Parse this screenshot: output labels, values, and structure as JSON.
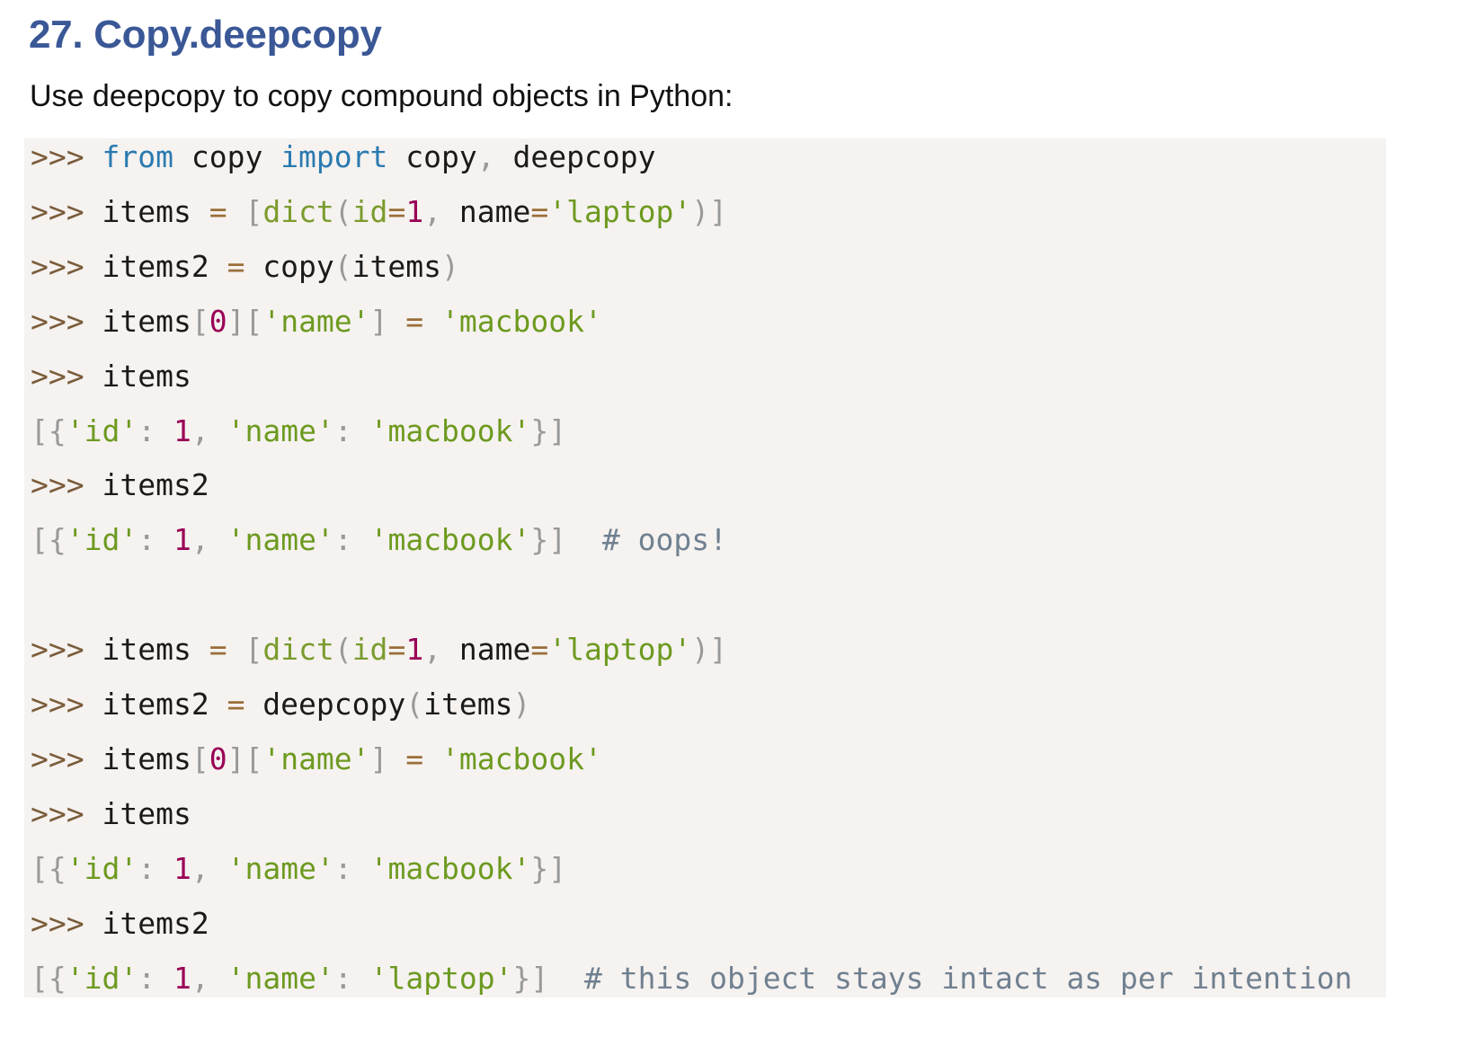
{
  "heading": "27. Copy.deepcopy",
  "intro": "Use deepcopy to copy compound objects in Python:",
  "code_lines": [
    [
      [
        ">>> ",
        "p"
      ],
      [
        "from",
        "k"
      ],
      [
        " copy ",
        "t"
      ],
      [
        "import",
        "k"
      ],
      [
        " copy",
        "t"
      ],
      [
        ",",
        "pn"
      ],
      [
        " deepcopy",
        "t"
      ]
    ],
    [
      [
        ">>> ",
        "p"
      ],
      [
        "items ",
        "t"
      ],
      [
        "=",
        "o"
      ],
      [
        " ",
        "t"
      ],
      [
        "[",
        "pn"
      ],
      [
        "dict",
        "f"
      ],
      [
        "(",
        "pn"
      ],
      [
        "id",
        "f"
      ],
      [
        "=",
        "o"
      ],
      [
        "1",
        "n"
      ],
      [
        ",",
        "pn"
      ],
      [
        " name",
        "t"
      ],
      [
        "=",
        "o"
      ],
      [
        "'laptop'",
        "s"
      ],
      [
        ")",
        "pn"
      ],
      [
        "]",
        "pn"
      ]
    ],
    [
      [
        ">>> ",
        "p"
      ],
      [
        "items2 ",
        "t"
      ],
      [
        "=",
        "o"
      ],
      [
        " copy",
        "t"
      ],
      [
        "(",
        "pn"
      ],
      [
        "items",
        "t"
      ],
      [
        ")",
        "pn"
      ]
    ],
    [
      [
        ">>> ",
        "p"
      ],
      [
        "items",
        "t"
      ],
      [
        "[",
        "pn"
      ],
      [
        "0",
        "n"
      ],
      [
        "]",
        "pn"
      ],
      [
        "[",
        "pn"
      ],
      [
        "'name'",
        "s"
      ],
      [
        "]",
        "pn"
      ],
      [
        " ",
        "t"
      ],
      [
        "=",
        "o"
      ],
      [
        " ",
        "t"
      ],
      [
        "'macbook'",
        "s"
      ]
    ],
    [
      [
        ">>> ",
        "p"
      ],
      [
        "items",
        "t"
      ]
    ],
    [
      [
        "[{",
        "pn"
      ],
      [
        "'id'",
        "s"
      ],
      [
        ": ",
        "pn"
      ],
      [
        "1",
        "n"
      ],
      [
        ", ",
        "pn"
      ],
      [
        "'name'",
        "s"
      ],
      [
        ": ",
        "pn"
      ],
      [
        "'macbook'",
        "s"
      ],
      [
        "}]",
        "pn"
      ]
    ],
    [
      [
        ">>> ",
        "p"
      ],
      [
        "items2",
        "t"
      ]
    ],
    [
      [
        "[{",
        "pn"
      ],
      [
        "'id'",
        "s"
      ],
      [
        ": ",
        "pn"
      ],
      [
        "1",
        "n"
      ],
      [
        ", ",
        "pn"
      ],
      [
        "'name'",
        "s"
      ],
      [
        ": ",
        "pn"
      ],
      [
        "'macbook'",
        "s"
      ],
      [
        "}]",
        "pn"
      ],
      [
        "  # oops!",
        "c"
      ]
    ],
    [],
    [
      [
        ">>> ",
        "p"
      ],
      [
        "items ",
        "t"
      ],
      [
        "=",
        "o"
      ],
      [
        " ",
        "t"
      ],
      [
        "[",
        "pn"
      ],
      [
        "dict",
        "f"
      ],
      [
        "(",
        "pn"
      ],
      [
        "id",
        "f"
      ],
      [
        "=",
        "o"
      ],
      [
        "1",
        "n"
      ],
      [
        ",",
        "pn"
      ],
      [
        " name",
        "t"
      ],
      [
        "=",
        "o"
      ],
      [
        "'laptop'",
        "s"
      ],
      [
        ")",
        "pn"
      ],
      [
        "]",
        "pn"
      ]
    ],
    [
      [
        ">>> ",
        "p"
      ],
      [
        "items2 ",
        "t"
      ],
      [
        "=",
        "o"
      ],
      [
        " deepcopy",
        "t"
      ],
      [
        "(",
        "pn"
      ],
      [
        "items",
        "t"
      ],
      [
        ")",
        "pn"
      ]
    ],
    [
      [
        ">>> ",
        "p"
      ],
      [
        "items",
        "t"
      ],
      [
        "[",
        "pn"
      ],
      [
        "0",
        "n"
      ],
      [
        "]",
        "pn"
      ],
      [
        "[",
        "pn"
      ],
      [
        "'name'",
        "s"
      ],
      [
        "]",
        "pn"
      ],
      [
        " ",
        "t"
      ],
      [
        "=",
        "o"
      ],
      [
        " ",
        "t"
      ],
      [
        "'macbook'",
        "s"
      ]
    ],
    [
      [
        ">>> ",
        "p"
      ],
      [
        "items",
        "t"
      ]
    ],
    [
      [
        "[{",
        "pn"
      ],
      [
        "'id'",
        "s"
      ],
      [
        ": ",
        "pn"
      ],
      [
        "1",
        "n"
      ],
      [
        ", ",
        "pn"
      ],
      [
        "'name'",
        "s"
      ],
      [
        ": ",
        "pn"
      ],
      [
        "'macbook'",
        "s"
      ],
      [
        "}]",
        "pn"
      ]
    ],
    [
      [
        ">>> ",
        "p"
      ],
      [
        "items2",
        "t"
      ]
    ],
    [
      [
        "[{",
        "pn"
      ],
      [
        "'id'",
        "s"
      ],
      [
        ": ",
        "pn"
      ],
      [
        "1",
        "n"
      ],
      [
        ", ",
        "pn"
      ],
      [
        "'name'",
        "s"
      ],
      [
        ": ",
        "pn"
      ],
      [
        "'laptop'",
        "s"
      ],
      [
        "}]",
        "pn"
      ],
      [
        "  # this object stays intact as per intention",
        "c"
      ]
    ]
  ],
  "colors": {
    "heading": "#3a5796",
    "code_background": "#f5f2f0",
    "prompt": "#7a5c3a",
    "keyword": "#2a7ab0",
    "string": "#6d9a1f",
    "number": "#990055",
    "comment": "#708090",
    "punctuation": "#999999"
  }
}
